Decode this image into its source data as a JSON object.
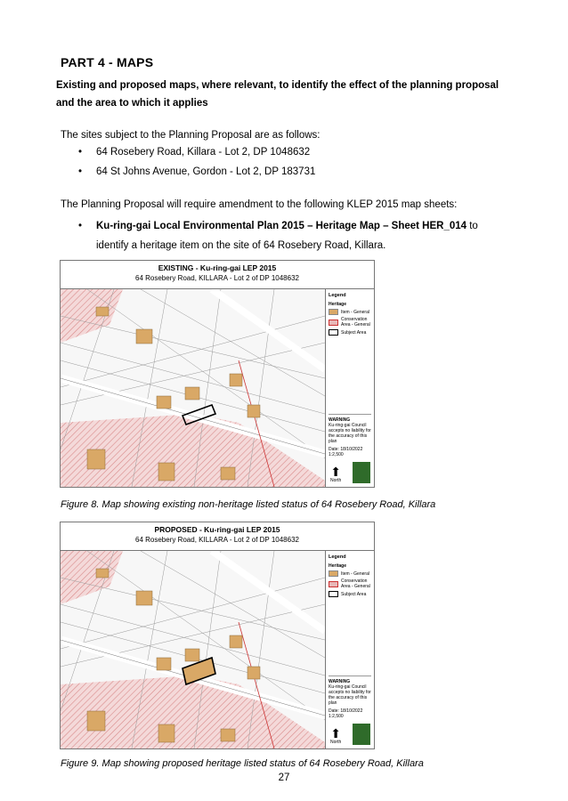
{
  "heading": "PART 4 - MAPS",
  "subheading_line1": "Existing and proposed maps, where relevant, to identify the effect of the planning proposal",
  "subheading_line2": "and the area to which it applies",
  "intro": "The sites subject to the Planning Proposal are as follows:",
  "sites": [
    "64 Rosebery Road, Killara - Lot 2, DP 1048632",
    "64 St Johns Avenue, Gordon - Lot 2, DP 183731"
  ],
  "amendment_intro": "The Planning Proposal will require amendment to the following KLEP 2015 map sheets:",
  "amendment_bold": "Ku-ring-gai Local Environmental Plan 2015 – Heritage Map – Sheet HER_014",
  "amendment_rest_1": " to",
  "amendment_rest_2": "identify a heritage item on the site of 64 Rosebery Road, Killara.",
  "bullet": "•",
  "maps": [
    {
      "title": "EXISTING - Ku-ring-gai LEP 2015",
      "subtitle": "64 Rosebery Road, KILLARA - Lot 2 of DP 1048632",
      "date": "Date: 18/10/2022",
      "scale": "1:2,500",
      "caption": "Figure 8. Map showing existing non-heritage listed status of 64 Rosebery Road, Killara"
    },
    {
      "title": "PROPOSED - Ku-ring-gai LEP 2015",
      "subtitle": "64 Rosebery Road, KILLARA - Lot 2 of DP 1048632",
      "date": "Date: 18/10/2022",
      "scale": "1:2,500",
      "caption": "Figure 9. Map showing proposed heritage listed status of 64 Rosebery Road, Killara"
    }
  ],
  "legend": {
    "title": "Legend",
    "heading": "Heritage",
    "item_general": "Item - General",
    "item_conservation": "Conservation Area - General",
    "item_subject": "Subject Area",
    "warning_title": "WARNING",
    "warning_text": "Ku-ring-gai Council accepts no liability for the accuracy of this plan",
    "north": "North"
  },
  "colors": {
    "heritage_item": "#d9a866",
    "conservation": "#e8b7b7",
    "road": "#ffffff",
    "logo_green": "#2f6b2a"
  },
  "page_number": "27"
}
